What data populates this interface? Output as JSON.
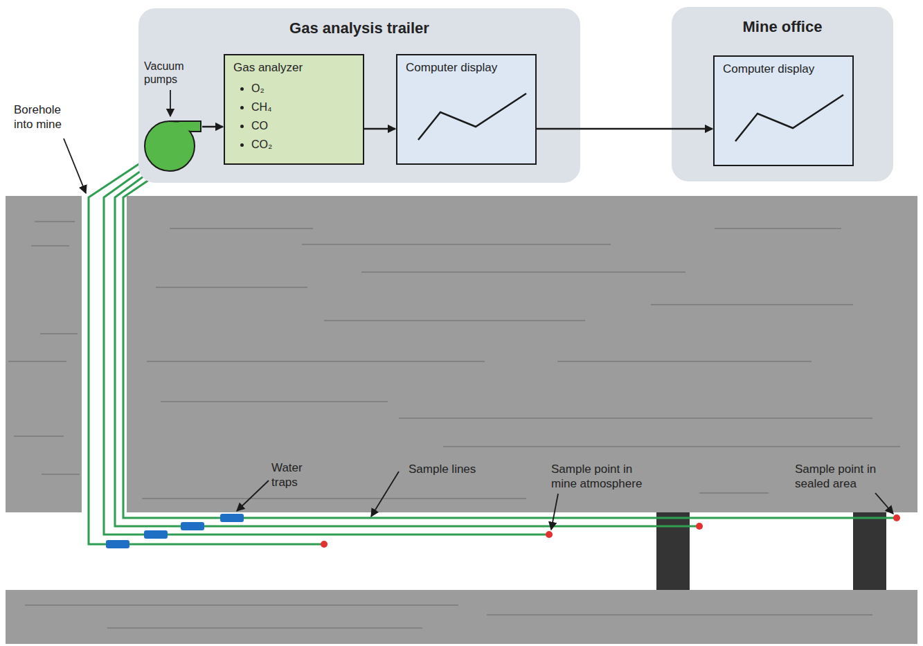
{
  "diagram": {
    "nodes": [
      {
        "text": [
          "Gas analysis trailer"
        ]
      },
      {
        "text": [
          "Vacuum pumps"
        ],
        "in": 0
      },
      {
        "text": [
          "Gas analyzer",
          "O₂",
          "CH₄",
          "CO",
          "CO₂"
        ],
        "in": 0
      },
      {
        "text": [
          "Computer display"
        ],
        "in": 0
      },
      {
        "text": [
          "Mine office"
        ]
      },
      {
        "text": [
          "Computer display"
        ],
        "in": 4
      }
    ],
    "edges": [
      {
        "from": 1,
        "to": 2,
        "arrow": "to"
      },
      {
        "from": 2,
        "to": 3,
        "arrow": "to"
      },
      {
        "from": 3,
        "to": 5,
        "arrow": "to"
      }
    ],
    "labels": [
      "Borehole into mine",
      "Water traps",
      "Sample lines",
      "Sample point in mine atmosphere",
      "Sample point in sealed area"
    ]
  }
}
